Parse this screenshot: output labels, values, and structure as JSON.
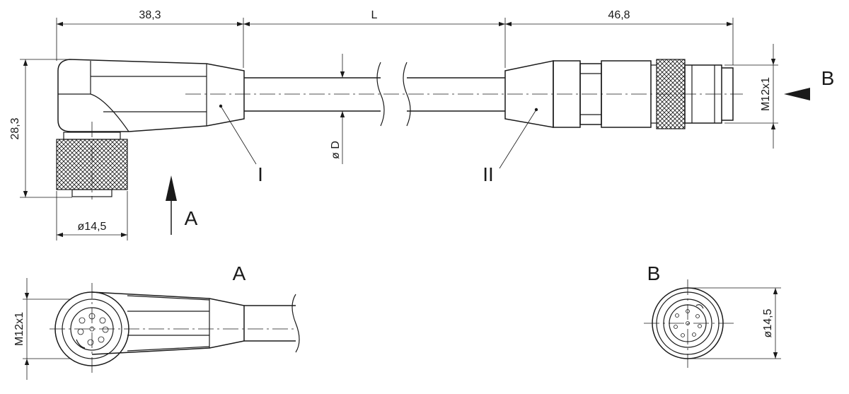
{
  "dimensions": {
    "length_left": "38,3",
    "cable_length": "L",
    "length_right": "46,8",
    "height": "28,3",
    "diameter_left": "ø14,5",
    "cable_diameter": "ø D",
    "thread_right": "M12x1",
    "thread_view_a": "M12x1",
    "diameter_view_b": "ø14,5"
  },
  "labels": {
    "part_1": "I",
    "part_2": "II",
    "view_a_arrow": "A",
    "view_b_arrow": "B",
    "view_a_title": "A",
    "view_b_title": "B"
  }
}
